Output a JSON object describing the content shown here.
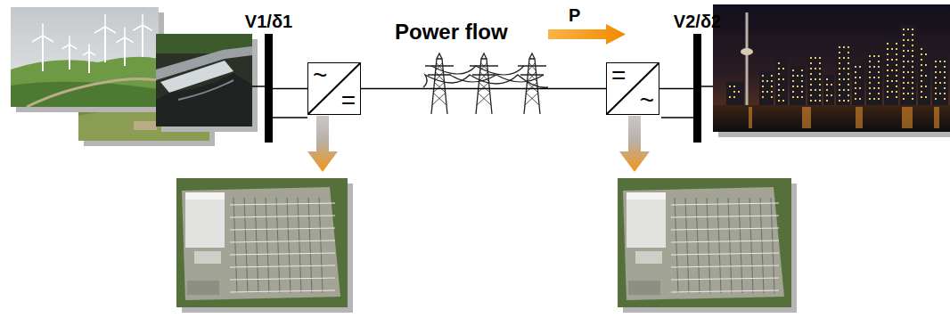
{
  "diagram": {
    "nodes": [
      {
        "text": [
          "V1/δ1"
        ]
      },
      {
        "text": [
          "~",
          "="
        ]
      },
      {
        "text": [
          "=",
          "~"
        ]
      },
      {
        "text": [
          "V2/δ2"
        ]
      }
    ],
    "edges": [
      {
        "from": 0,
        "to": 1,
        "arrow": "none"
      },
      {
        "from": 1,
        "to": 2,
        "arrow": "none"
      },
      {
        "from": 2,
        "to": 3,
        "arrow": "none"
      }
    ],
    "labels": [
      "Power flow",
      "P"
    ]
  }
}
